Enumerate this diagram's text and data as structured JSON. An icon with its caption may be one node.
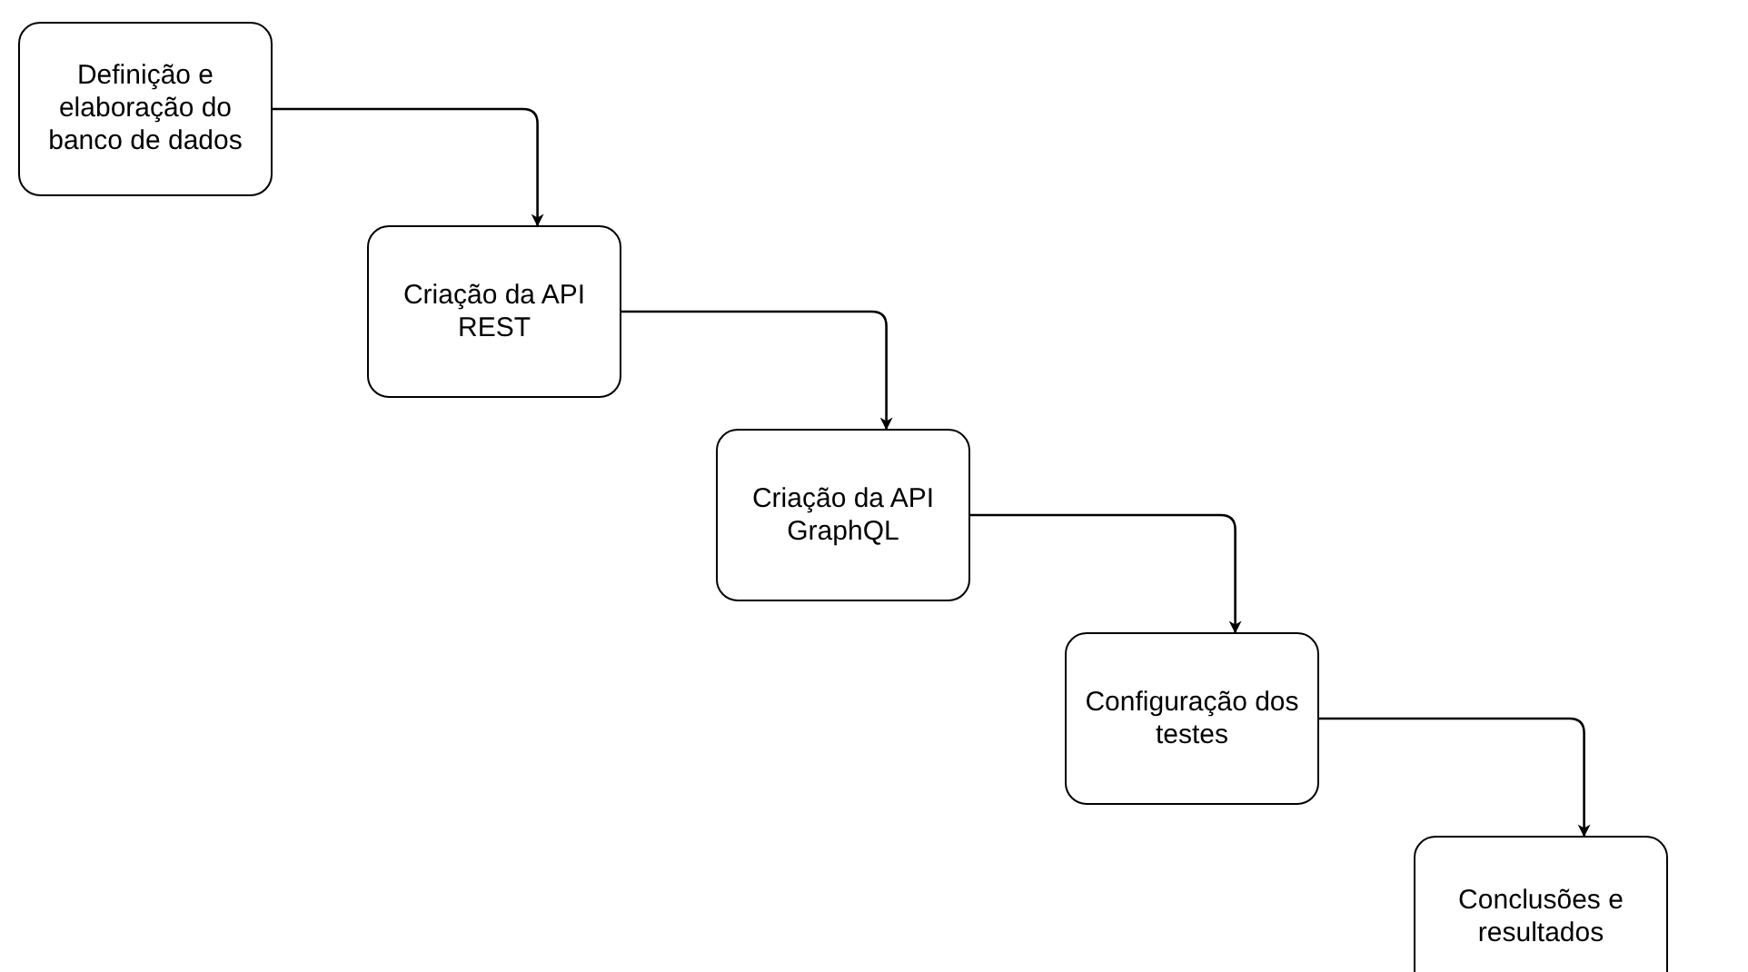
{
  "diagram": {
    "nodes": [
      {
        "text": [
          "Definição e elaboração do banco de dados"
        ]
      },
      {
        "text": [
          "Criação da API REST"
        ]
      },
      {
        "text": [
          "Criação da API GraphQL"
        ]
      },
      {
        "text": [
          "Configuração dos testes"
        ]
      },
      {
        "text": [
          "Conclusões e resultados"
        ]
      }
    ],
    "edges": [
      {
        "from": 0,
        "to": 1,
        "arrow": "to"
      },
      {
        "from": 1,
        "to": 2,
        "arrow": "to"
      },
      {
        "from": 2,
        "to": 3,
        "arrow": "to"
      },
      {
        "from": 3,
        "to": 4,
        "arrow": "to"
      }
    ]
  }
}
